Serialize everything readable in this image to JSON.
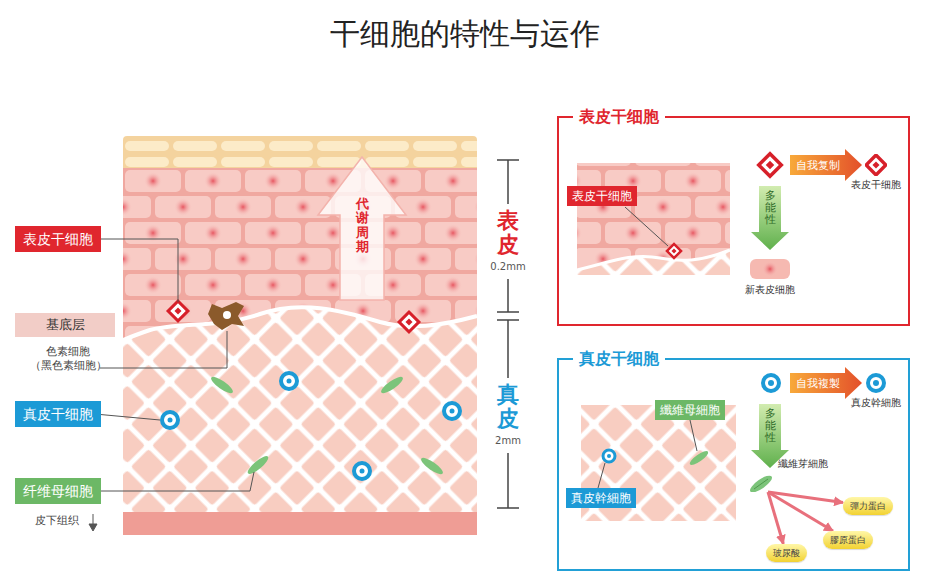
{
  "diagram": {
    "title": "干细胞的特性与运作",
    "nodes": [
      {
        "text": [
          "表皮干细胞"
        ]
      },
      {
        "text": [
          "基底层"
        ]
      },
      {
        "text": [
          "真皮干细胞"
        ]
      },
      {
        "text": [
          "纤维母细胞"
        ]
      },
      {
        "text": [
          "表皮干细胞"
        ]
      },
      {
        "text": [
          "表皮干细胞"
        ],
        "in": 4
      },
      {
        "text": [
          "表皮干细胞"
        ],
        "in": 4
      },
      {
        "text": [
          "新表皮细胞"
        ],
        "in": 4
      },
      {
        "text": [
          "真皮干细胞"
        ]
      },
      {
        "text": [
          "纖維母細胞"
        ],
        "in": 8
      },
      {
        "text": [
          "真皮幹細胞"
        ],
        "in": 8
      },
      {
        "text": [
          "真皮幹細胞"
        ],
        "in": 8
      },
      {
        "text": [
          "纖維芽細胞"
        ],
        "in": 8
      },
      {
        "text": [
          "彈力蛋白"
        ],
        "in": 8
      },
      {
        "text": [
          "膠原蛋白"
        ],
        "in": 8
      },
      {
        "text": [
          "玻尿酸"
        ],
        "in": 8
      }
    ],
    "edges": [
      {
        "from": 12,
        "to": 13,
        "arrow": "to"
      },
      {
        "from": 12,
        "to": 14,
        "arrow": "to"
      },
      {
        "from": 12,
        "to": 15,
        "arrow": "to"
      }
    ],
    "labels": [
      "色素细胞 （黑色素细胞）",
      "皮下组织",
      "代谢周期",
      "表皮",
      "0.2mm",
      "真皮",
      "2mm",
      "自我复制",
      "多能性",
      "自我複製",
      "多能性"
    ]
  }
}
